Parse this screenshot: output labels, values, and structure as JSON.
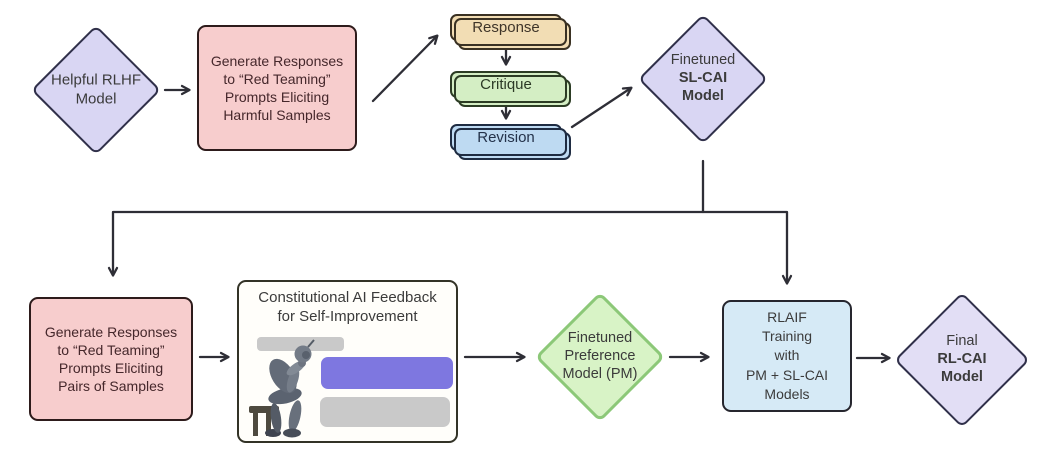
{
  "nodes": {
    "helpful_rlhf": {
      "label": "Helpful RLHF\nModel"
    },
    "gen_harmful": {
      "label": "Generate Responses\nto “Red Teaming”\nPrompts Eliciting\nHarmful Samples"
    },
    "response_card": {
      "label": "Response"
    },
    "critique_card": {
      "label": "Critique"
    },
    "revision_card": {
      "label": "Revision"
    },
    "sl_cai": {
      "label_top": "Finetuned",
      "label_bold": "SL-CAI\nModel"
    },
    "gen_pairs": {
      "label": "Generate Responses\nto “Red Teaming”\nPrompts Eliciting\nPairs of Samples"
    },
    "cai_feedback": {
      "title": "Constitutional AI Feedback\nfor Self-Improvement"
    },
    "pref_model": {
      "label": "Finetuned\nPreference\nModel (PM)"
    },
    "rlaif": {
      "label": "RLAIF\nTraining\nwith\nPM + SL-CAI\nModels"
    },
    "final_model": {
      "label_top": "Final",
      "label_bold": "RL-CAI\nModel"
    }
  },
  "edges": [
    {
      "from": "helpful-rlhf-model",
      "to": "generate-harmful-samples"
    },
    {
      "from": "generate-harmful-samples",
      "to": "response-cards"
    },
    {
      "from": "response-cards",
      "to": "critique-cards"
    },
    {
      "from": "critique-cards",
      "to": "revision-cards"
    },
    {
      "from": "revision-cards",
      "to": "finetuned-sl-cai-model"
    },
    {
      "from": "finetuned-sl-cai-model",
      "to": "generate-pairs-of-samples"
    },
    {
      "from": "finetuned-sl-cai-model",
      "to": "rlaif-training"
    },
    {
      "from": "generate-pairs-of-samples",
      "to": "constitutional-ai-feedback"
    },
    {
      "from": "constitutional-ai-feedback",
      "to": "finetuned-preference-model"
    },
    {
      "from": "finetuned-preference-model",
      "to": "rlaif-training"
    },
    {
      "from": "rlaif-training",
      "to": "final-rl-cai-model"
    }
  ],
  "icons": {
    "robot": "thinker-robot-icon"
  },
  "colors": {
    "canvas_bg": "#ffffff",
    "ink": "#2e2e36",
    "text_dark": "#3b3b3b",
    "lavender_fill": "#d9d6f3",
    "lavender_border": "#30304a",
    "final_fill": "#e2def5",
    "pink_fill": "#f7cdcd",
    "pink_border": "#2d1b1b",
    "pink_text": "#45272b",
    "tan_fill": "#f2ddb4",
    "tan_border": "#3a3123",
    "tan_text": "#3f3529",
    "green_card_fill": "#d4eec4",
    "green_card_border": "#2c3c24",
    "green_card_text": "#2c3a26",
    "blue_card_fill": "#bedaf2",
    "blue_card_border": "#1f2c42",
    "blue_card_text": "#24324a",
    "green_diamond_fill": "#d8f3c6",
    "green_diamond_border": "#8cc878",
    "rlaif_fill": "#d6eaf6",
    "rlaif_border": "#26262e",
    "feedback_bg": "#fffefa",
    "feedback_border": "#333327",
    "bubble_gray": "#c9c9c9",
    "bubble_purple": "#7e77e0"
  }
}
